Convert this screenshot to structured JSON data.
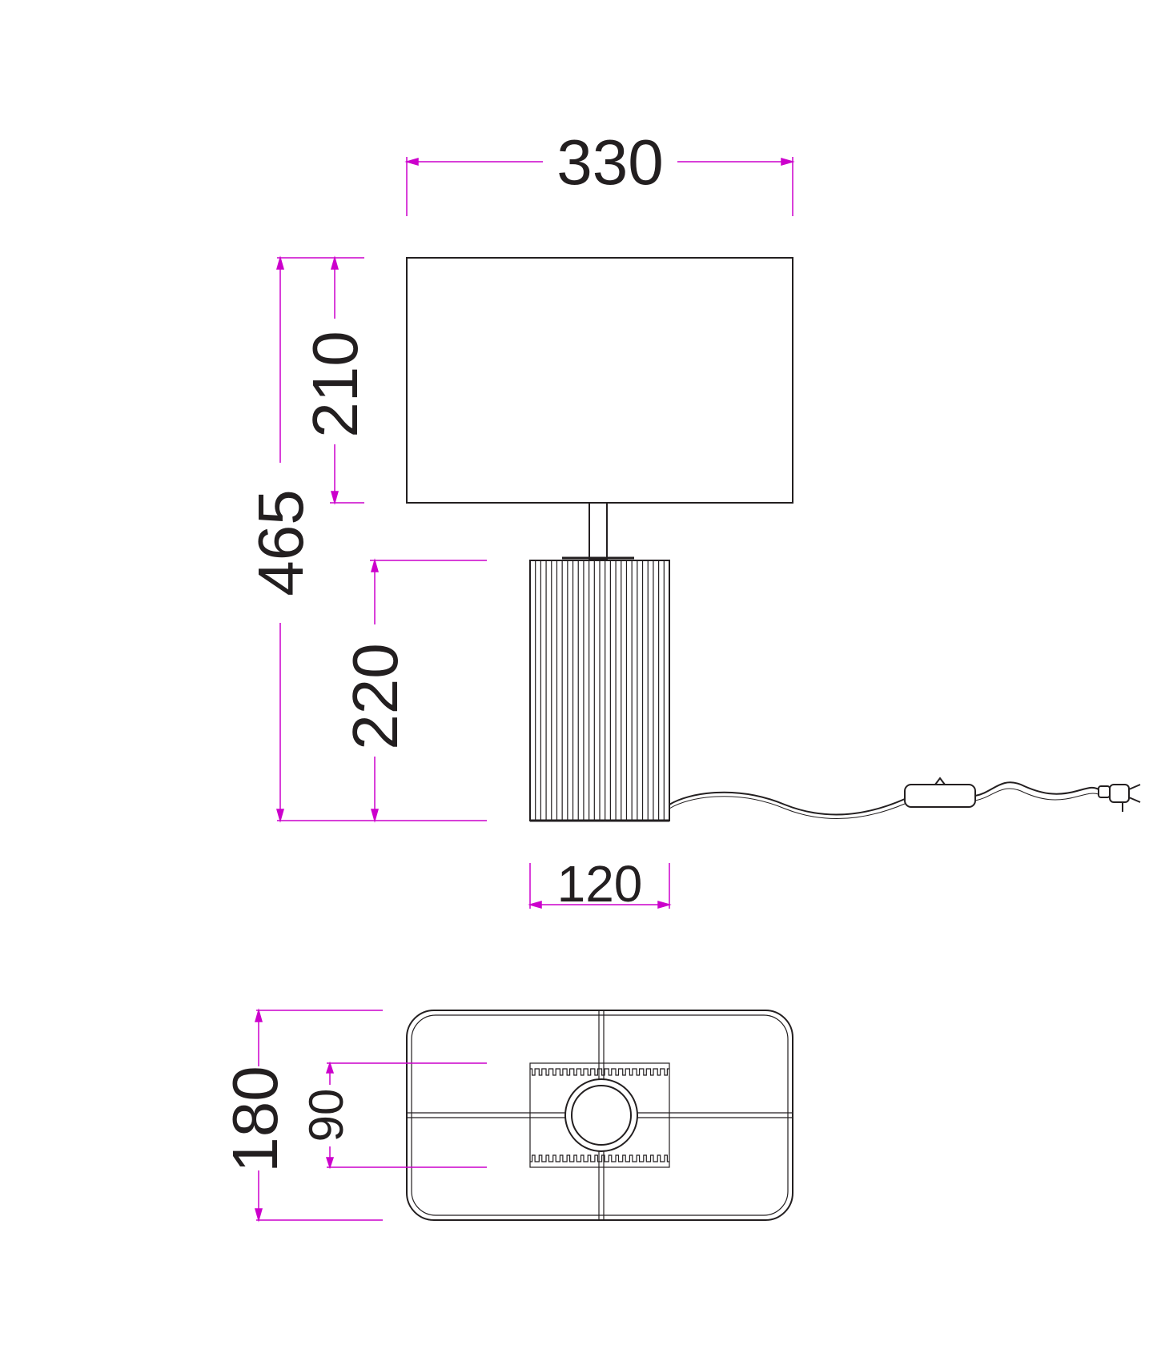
{
  "colors": {
    "outline": "#231f20",
    "dimension": "#cc00cc",
    "background": "#ffffff"
  },
  "dimensions": {
    "shade_width": "330",
    "overall_height": "465",
    "shade_height": "210",
    "base_height": "220",
    "base_width": "120",
    "footprint_depth": "180",
    "base_depth": "90"
  }
}
